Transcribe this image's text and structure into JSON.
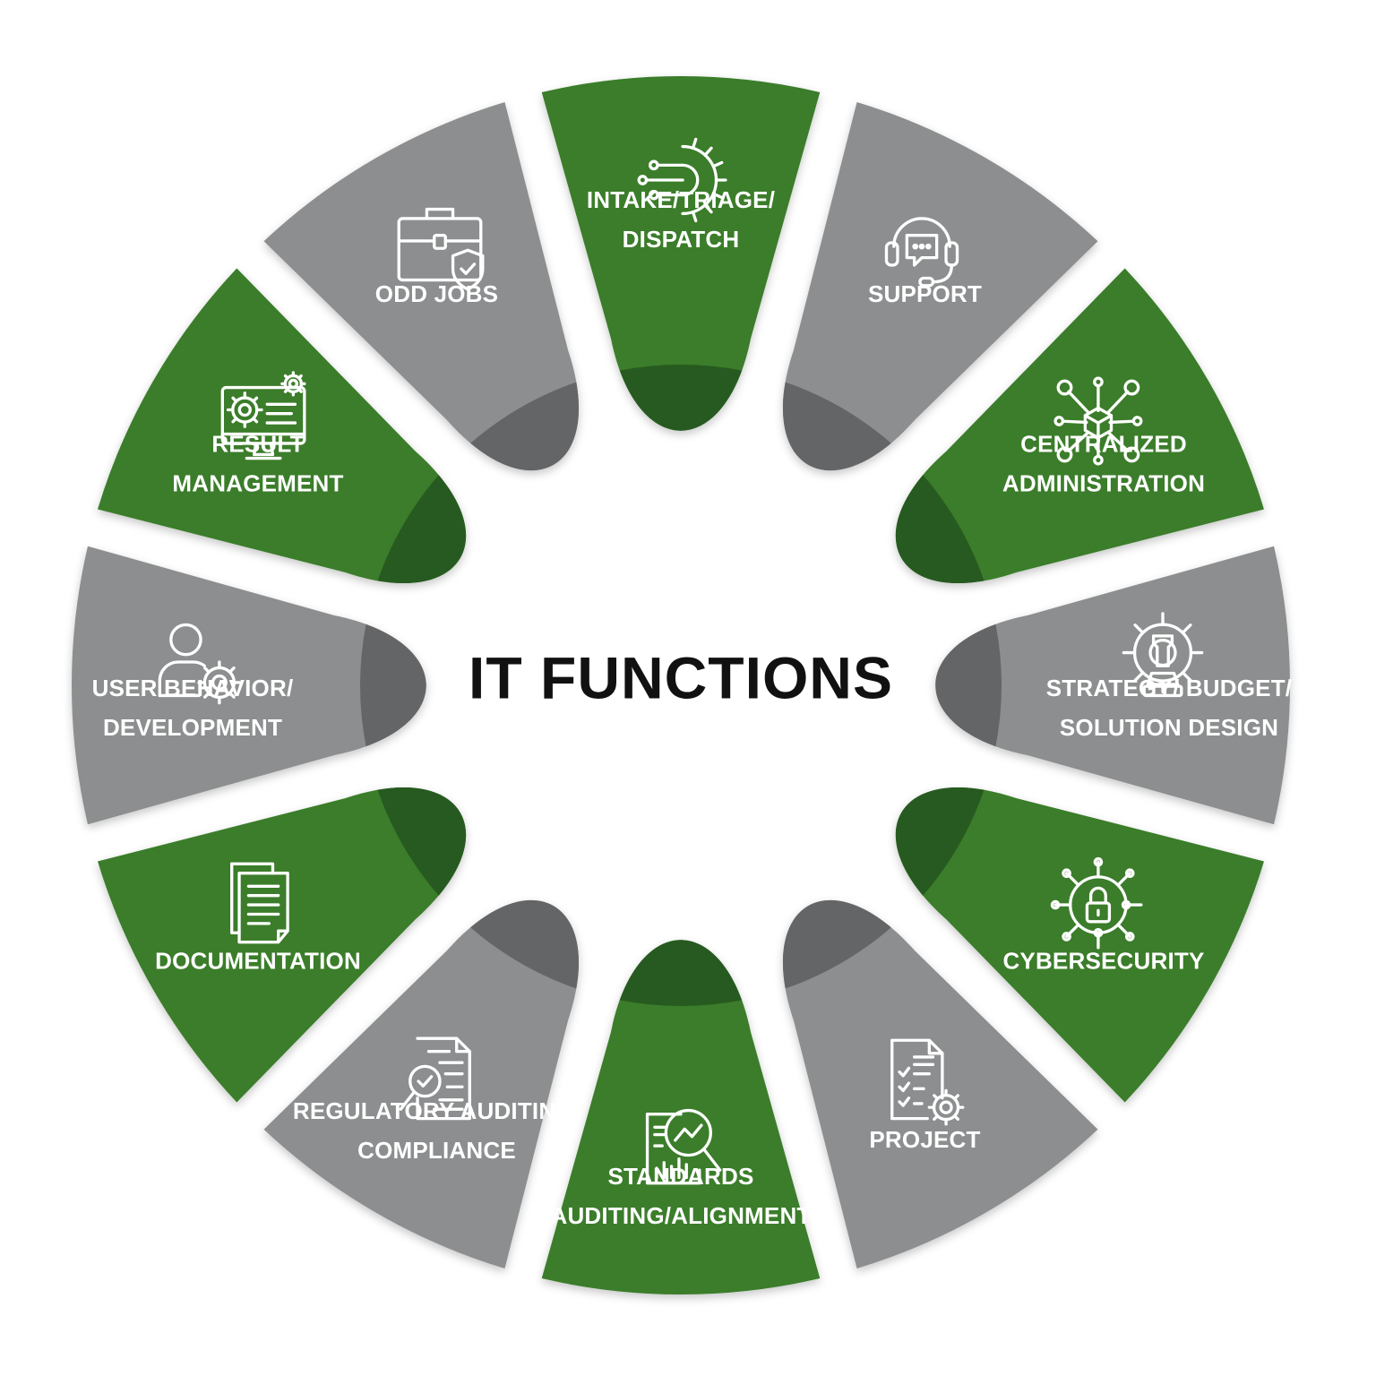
{
  "title": "IT FUNCTIONS",
  "colors": {
    "green": "#3a7d2c",
    "green_dark": "#275a20",
    "gray": "#8c8e8f",
    "gray_dark": "#646567",
    "text_light": "#ffffff",
    "title_text": "#111111"
  },
  "segments": [
    {
      "id": "intake",
      "lines": [
        "INTAKE/TRIAGE/",
        "DISPATCH"
      ],
      "color": "green",
      "icon": "gear-circuit-icon"
    },
    {
      "id": "support",
      "lines": [
        "SUPPORT"
      ],
      "color": "gray",
      "icon": "headset-icon"
    },
    {
      "id": "centralized",
      "lines": [
        "CENTRALIZED",
        "ADMINISTRATION"
      ],
      "color": "green",
      "icon": "network-cube-icon"
    },
    {
      "id": "strategy",
      "lines": [
        "STRATEGY/ BUDGET/",
        "SOLUTION DESIGN"
      ],
      "color": "gray",
      "icon": "chess-gear-icon"
    },
    {
      "id": "cybersecurity",
      "lines": [
        "CYBERSECURITY"
      ],
      "color": "green",
      "icon": "lock-circuit-icon"
    },
    {
      "id": "project",
      "lines": [
        "PROJECT"
      ],
      "color": "gray",
      "icon": "checklist-gear-icon"
    },
    {
      "id": "standards",
      "lines": [
        "STANDARDS",
        "AUDITING/ALIGNMENT"
      ],
      "color": "green",
      "icon": "report-magnifier-icon"
    },
    {
      "id": "regulatory",
      "lines": [
        "REGULATORY AUDITING/",
        "COMPLIANCE"
      ],
      "color": "gray",
      "icon": "document-check-icon"
    },
    {
      "id": "documentation",
      "lines": [
        "DOCUMENTATION"
      ],
      "color": "green",
      "icon": "documents-icon"
    },
    {
      "id": "user",
      "lines": [
        "USER BEHAVIOR/",
        "DEVELOPMENT"
      ],
      "color": "gray",
      "icon": "user-gear-icon"
    },
    {
      "id": "result",
      "lines": [
        "RESULT",
        "MANAGEMENT"
      ],
      "color": "green",
      "icon": "monitor-gears-icon"
    },
    {
      "id": "oddjobs",
      "lines": [
        "ODD JOBS"
      ],
      "color": "gray",
      "icon": "briefcase-shield-icon"
    }
  ]
}
